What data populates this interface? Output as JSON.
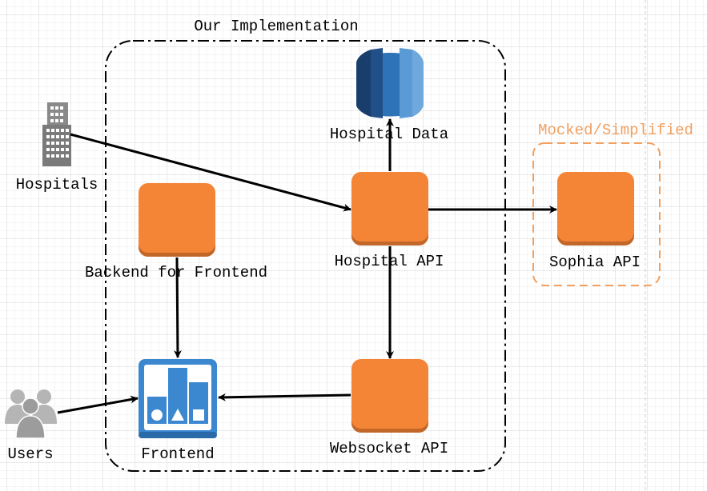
{
  "groups": {
    "implementation_title": "Our Implementation",
    "mocked_title": "Mocked/Simplified"
  },
  "nodes": {
    "hospital_data": "Hospital Data",
    "hospitals": "Hospitals",
    "backend_for_frontend": "Backend for Frontend",
    "hospital_api": "Hospital API",
    "sophia_api": "Sophia API",
    "frontend": "Frontend",
    "websocket_api": "Websocket API",
    "users": "Users"
  },
  "colors": {
    "service_orange": "#f58536",
    "service_orange_dark": "#c2672a",
    "mocked_border": "#f0a060",
    "database_blue": "#2e73b8",
    "frontend_blue": "#3b87d0",
    "user_gray": "#9c9c9c",
    "building_gray": "#8a8a8a",
    "edge": "#000000"
  },
  "icons": {
    "hospital_data": "database-icon",
    "hospitals": "building-icon",
    "frontend": "dashboard-icon",
    "users": "users-group-icon"
  }
}
